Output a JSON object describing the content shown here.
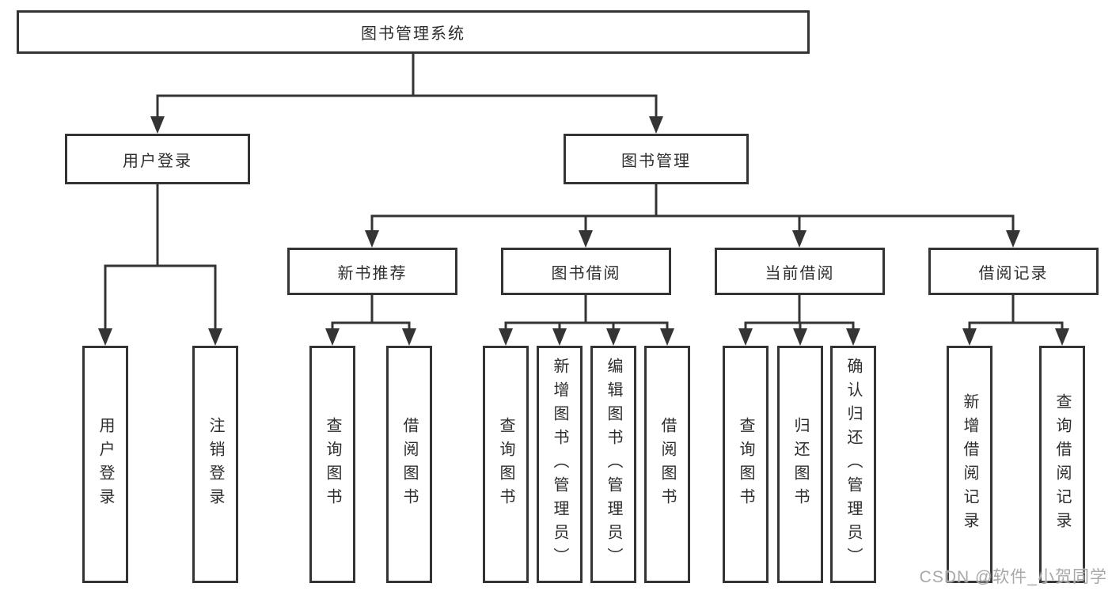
{
  "diagram": {
    "root": {
      "label": "图书管理系统"
    },
    "branches": [
      {
        "label": "用户登录",
        "children": [
          {
            "label": "用户登录"
          },
          {
            "label": "注销登录"
          }
        ]
      },
      {
        "label": "图书管理",
        "children": [
          {
            "label": "新书推荐",
            "children": [
              {
                "label": "查询图书"
              },
              {
                "label": "借阅图书"
              }
            ]
          },
          {
            "label": "图书借阅",
            "children": [
              {
                "label": "查询图书"
              },
              {
                "label": "新增图书（管理员）"
              },
              {
                "label": "编辑图书（管理员）"
              },
              {
                "label": "借阅图书"
              }
            ]
          },
          {
            "label": "当前借阅",
            "children": [
              {
                "label": "查询图书"
              },
              {
                "label": "归还图书"
              },
              {
                "label": "确认归还（管理员）"
              }
            ]
          },
          {
            "label": "借阅记录",
            "children": [
              {
                "label": "新增借阅记录"
              },
              {
                "label": "查询借阅记录"
              }
            ]
          }
        ]
      }
    ]
  },
  "watermark": "CSDN @软件_小贺同学",
  "colors": {
    "line": "#343434",
    "text": "#2d2d2d",
    "watermark": "#a8a8a8",
    "background": "#ffffff"
  }
}
